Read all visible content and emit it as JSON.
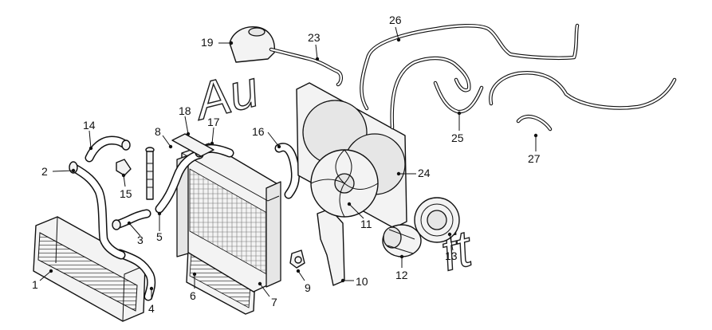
{
  "watermark": {
    "part1": "Au",
    "part2": "ft"
  },
  "callouts": [
    {
      "id": "1",
      "label": "1"
    },
    {
      "id": "2",
      "label": "2"
    },
    {
      "id": "3",
      "label": "3"
    },
    {
      "id": "4",
      "label": "4"
    },
    {
      "id": "5",
      "label": "5"
    },
    {
      "id": "6",
      "label": "6"
    },
    {
      "id": "7",
      "label": "7"
    },
    {
      "id": "8",
      "label": "8"
    },
    {
      "id": "9",
      "label": "9"
    },
    {
      "id": "10",
      "label": "10"
    },
    {
      "id": "11",
      "label": "11"
    },
    {
      "id": "12",
      "label": "12"
    },
    {
      "id": "13",
      "label": "13"
    },
    {
      "id": "14",
      "label": "14"
    },
    {
      "id": "15",
      "label": "15"
    },
    {
      "id": "16",
      "label": "16"
    },
    {
      "id": "17",
      "label": "17"
    },
    {
      "id": "18",
      "label": "18"
    },
    {
      "id": "19",
      "label": "19"
    },
    {
      "id": "23",
      "label": "23"
    },
    {
      "id": "24",
      "label": "24"
    },
    {
      "id": "25",
      "label": "25"
    },
    {
      "id": "26",
      "label": "26"
    },
    {
      "id": "27",
      "label": "27"
    }
  ]
}
